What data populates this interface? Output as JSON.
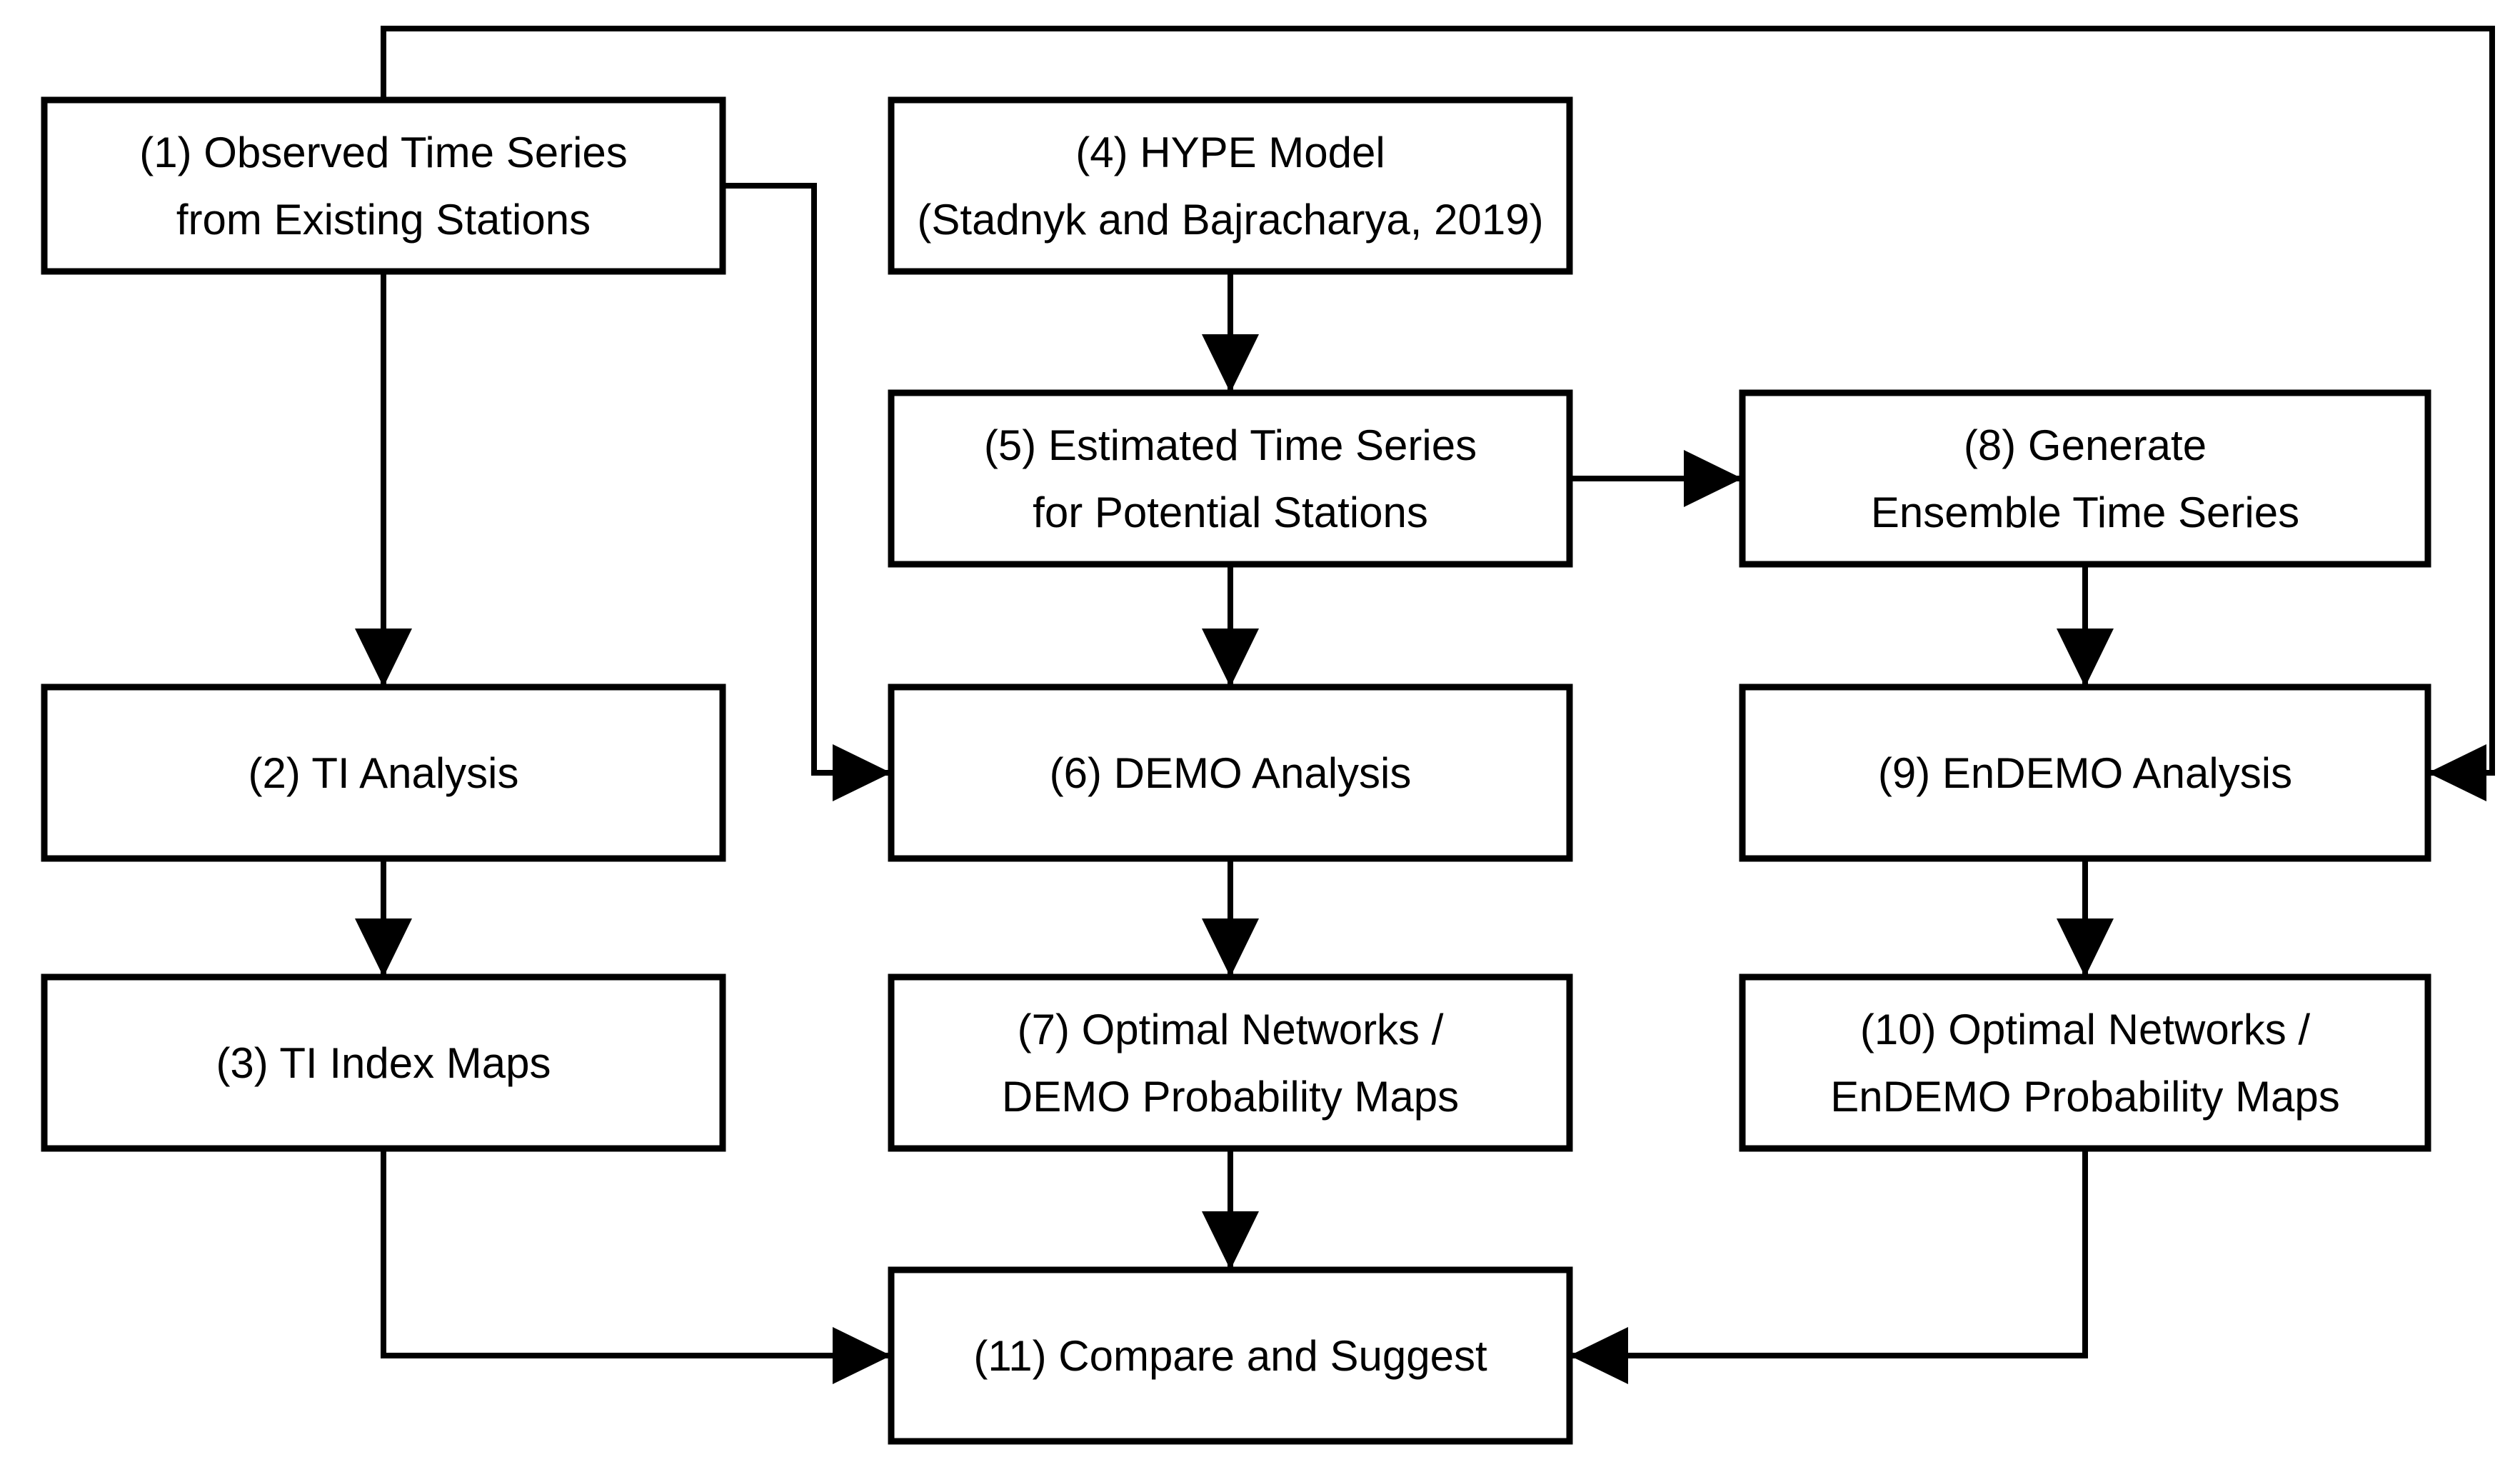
{
  "figure": {
    "kind": "flowchart",
    "background_color": "#ffffff",
    "line_color": "#000000",
    "text_color": "#000000"
  },
  "diagram": {
    "nodes": [
      {
        "id": "n1",
        "lines": [
          "(1) Observed Time Series",
          "from Existing Stations"
        ]
      },
      {
        "id": "n2",
        "lines": [
          "(2) TI Analysis"
        ]
      },
      {
        "id": "n3",
        "lines": [
          "(3) TI Index Maps"
        ]
      },
      {
        "id": "n4",
        "lines": [
          "(4) HYPE Model",
          "(Stadnyk and Bajracharya, 2019)"
        ]
      },
      {
        "id": "n5",
        "lines": [
          "(5) Estimated Time Series",
          "for Potential Stations"
        ]
      },
      {
        "id": "n6",
        "lines": [
          "(6) DEMO Analysis"
        ]
      },
      {
        "id": "n7",
        "lines": [
          "(7) Optimal Networks /",
          "DEMO Probability Maps"
        ]
      },
      {
        "id": "n8",
        "lines": [
          "(8) Generate",
          "Ensemble Time Series"
        ]
      },
      {
        "id": "n9",
        "lines": [
          "(9) EnDEMO Analysis"
        ]
      },
      {
        "id": "n10",
        "lines": [
          "(10) Optimal Networks /",
          "EnDEMO Probability Maps"
        ]
      },
      {
        "id": "n11",
        "lines": [
          "(11) Compare and Suggest"
        ]
      }
    ],
    "edges": [
      {
        "from": "n1",
        "to": "n9"
      },
      {
        "from": "n1",
        "to": "n2"
      },
      {
        "from": "n1",
        "to": "n6"
      },
      {
        "from": "n2",
        "to": "n3"
      },
      {
        "from": "n3",
        "to": "n11"
      },
      {
        "from": "n4",
        "to": "n5"
      },
      {
        "from": "n5",
        "to": "n8"
      },
      {
        "from": "n5",
        "to": "n6"
      },
      {
        "from": "n6",
        "to": "n7"
      },
      {
        "from": "n7",
        "to": "n11"
      },
      {
        "from": "n8",
        "to": "n9"
      },
      {
        "from": "n9",
        "to": "n10"
      },
      {
        "from": "n10",
        "to": "n11"
      }
    ]
  }
}
